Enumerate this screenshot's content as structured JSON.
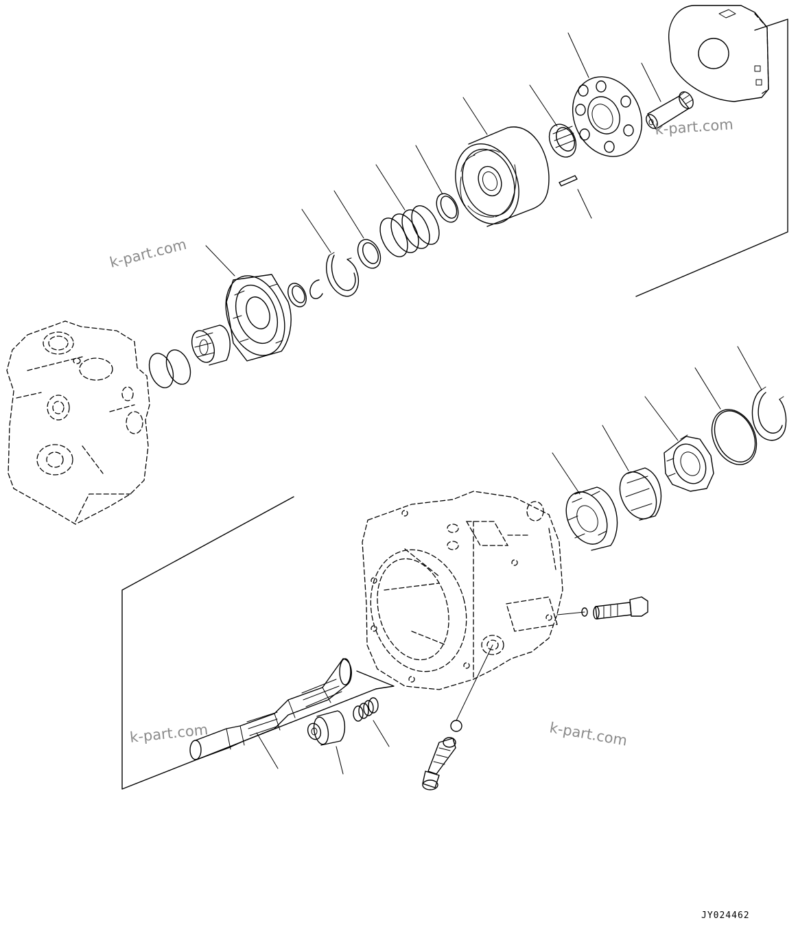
{
  "watermarks": [
    "k-part.com",
    "k-part.com",
    "k-part.com",
    "k-part.com"
  ],
  "drawing_code": "JY024462"
}
